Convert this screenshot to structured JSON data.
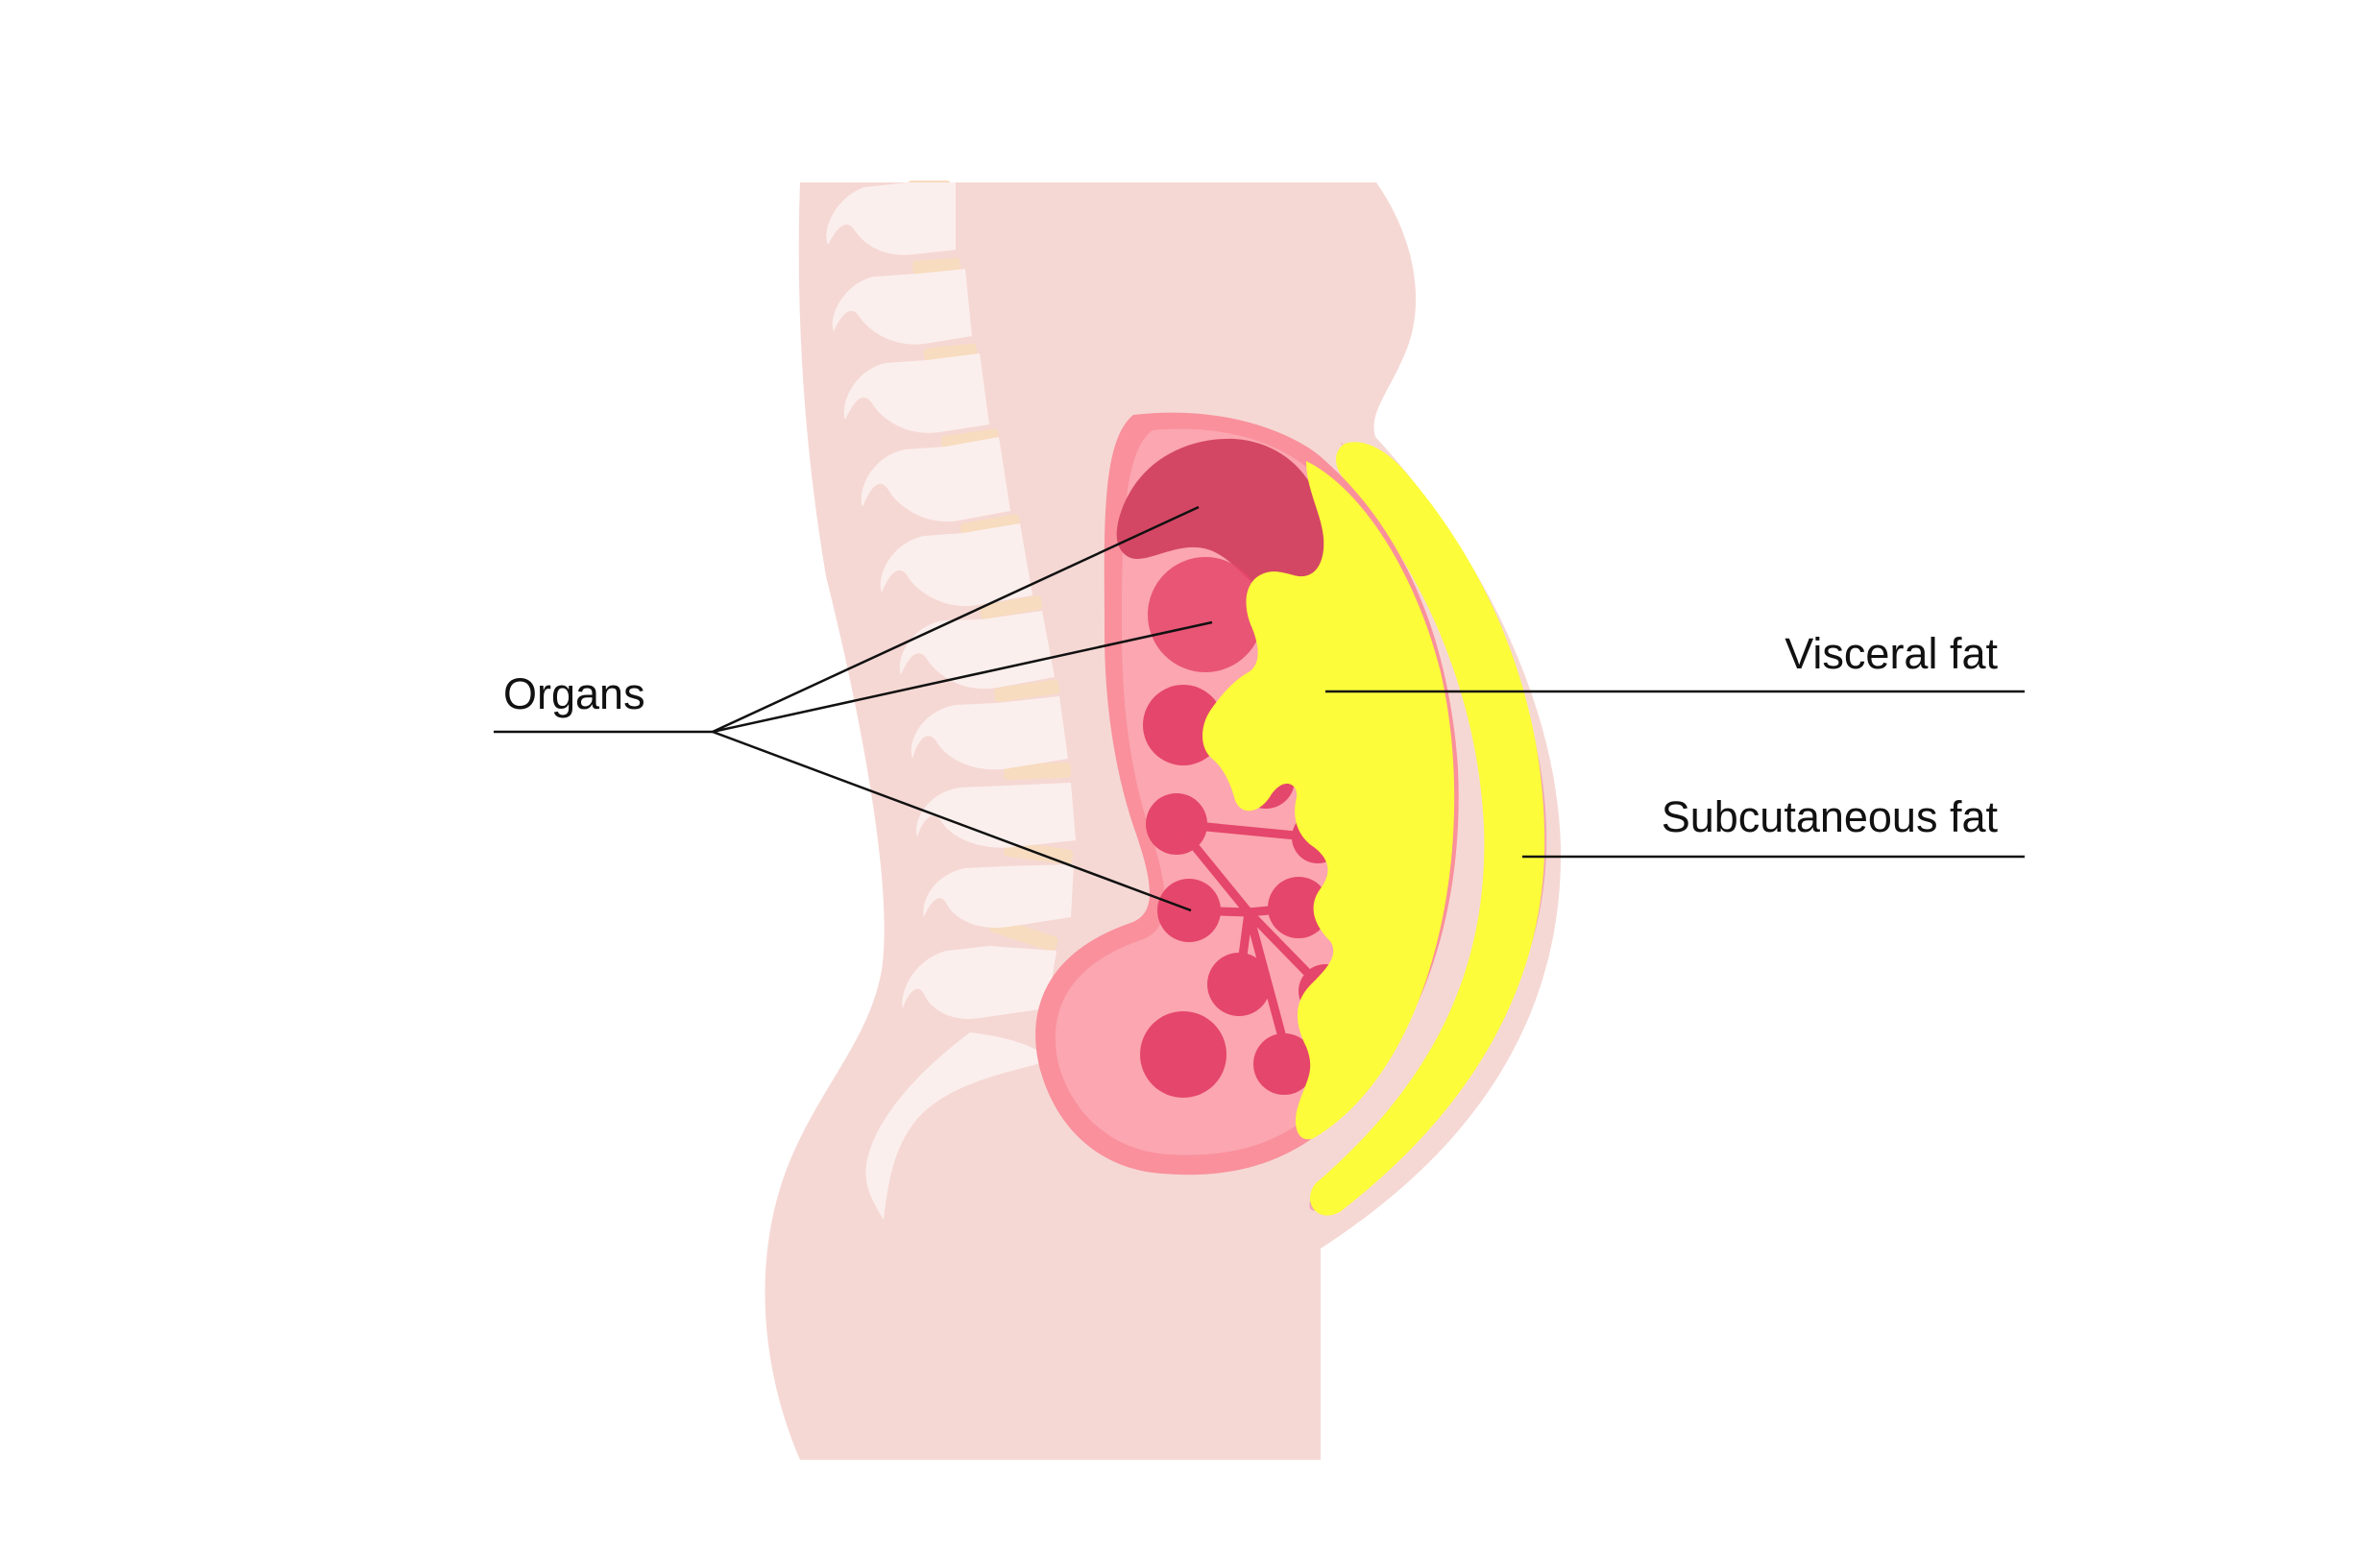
{
  "labels": {
    "organs": "Organs",
    "visceral_fat": "Visceral fat",
    "subcutaneous_fat": "Subcutaneous fat"
  },
  "colors": {
    "background": "#ffffff",
    "body": "#f5d8d4",
    "spine": "#fbefed",
    "spine_disc": "#f7dcc0",
    "cavity_outer": "#f9909c",
    "cavity_inner": "#fba6b0",
    "organ": "#e5466b",
    "organ_dark": "#d44764",
    "fat": "#fcfc3a",
    "fat_rim": "#f3a7b4",
    "leader_line": "#111111"
  }
}
